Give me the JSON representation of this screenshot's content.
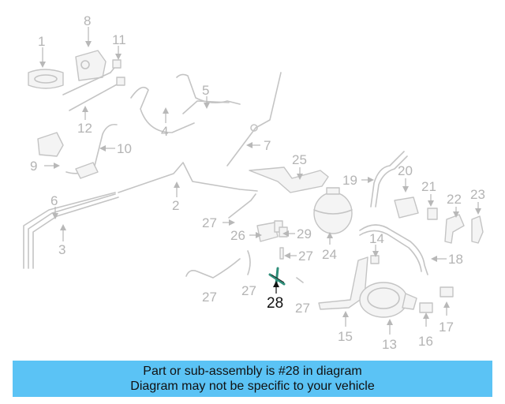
{
  "diagram": {
    "callouts": [
      "1",
      "2",
      "3",
      "4",
      "5",
      "6",
      "7",
      "8",
      "9",
      "10",
      "11",
      "12",
      "13",
      "14",
      "15",
      "16",
      "17",
      "18",
      "19",
      "20",
      "21",
      "22",
      "23",
      "24",
      "25",
      "26",
      "27",
      "28",
      "29"
    ],
    "highlight": "28",
    "highlight_color": "#2f8f7a"
  },
  "banner": {
    "line1": "Part or sub-assembly is #28 in diagram",
    "line2": "Diagram may not be specific to your vehicle",
    "background": "#5bc3f5"
  }
}
